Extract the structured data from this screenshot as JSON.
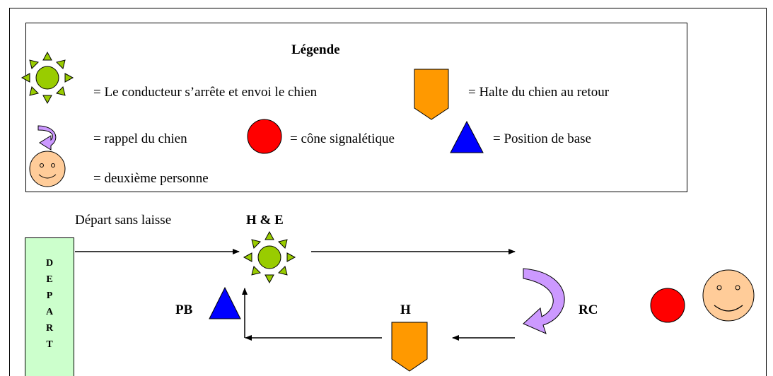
{
  "legend": {
    "title": "Légende",
    "items": {
      "conductor_stop": "= Le conducteur s’arrête et envoi le chien",
      "halt_return": "= Halte du chien au retour",
      "recall": "= rappel du chien",
      "cone": "= cône signalétique",
      "base_position": "= Position de base",
      "second_person": "= deuxième personne"
    }
  },
  "course": {
    "start_label": "Départ sans laisse",
    "depart_letters": [
      "D",
      "E",
      "P",
      "A",
      "R",
      "T"
    ],
    "he_label": "H & E",
    "pb_label": "PB",
    "h_label": "H",
    "rc_label": "RC"
  },
  "colors": {
    "sun_fill": "#99cc00",
    "sun_rays": "#99cc00",
    "shield_fill": "#ff9900",
    "cone_fill": "#ff0000",
    "triangle_fill": "#0000ff",
    "recall_arrow": "#cc99ff",
    "face_fill": "#ffcc99",
    "depart_fill": "#ccffcc"
  }
}
